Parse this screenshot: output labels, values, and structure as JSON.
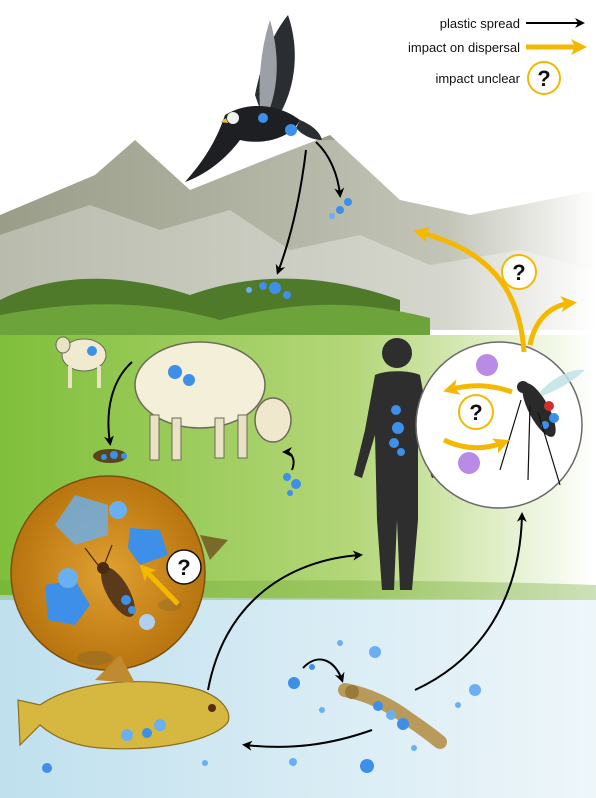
{
  "legend": {
    "plastic_spread": "plastic spread",
    "impact_on_dispersal": "impact on dispersal",
    "impact_unclear": "impact unclear"
  },
  "unclear_marker": "?",
  "colors": {
    "spread_arrow": "#000000",
    "dispersal_arrow": "#f5b800",
    "plastic": "#3d8fe8",
    "virus": "#b98be6",
    "meadow": "#8dc63f",
    "water": "#cfe7f2",
    "mountain": "#8b8f7c"
  },
  "icons": [
    "eagle-icon",
    "sheep-icon",
    "human-icon",
    "mosquito-icon",
    "virus-icon",
    "beetle-icon",
    "fish-icon",
    "larva-icon",
    "plastic-particle-icon"
  ]
}
